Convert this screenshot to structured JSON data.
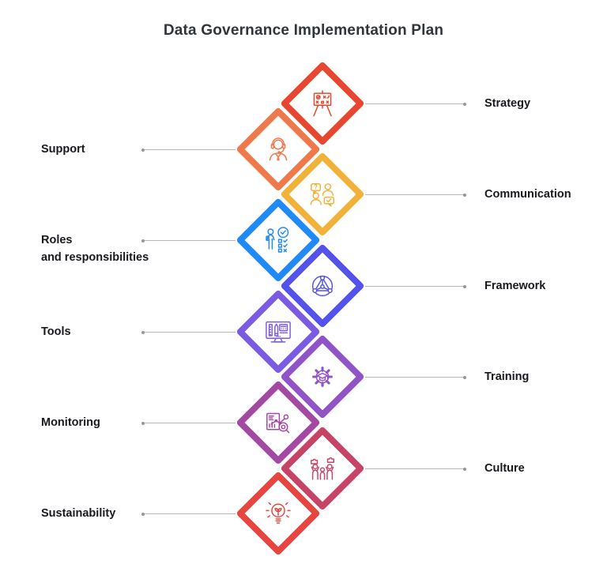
{
  "title": "Data Governance Implementation Plan",
  "connector_color": "#b7b7bc",
  "items": [
    {
      "label": "Strategy",
      "side": "right",
      "color": "#E7472E",
      "icon": "strategy-board-icon"
    },
    {
      "label": "Support",
      "side": "left",
      "color": "#F0794B",
      "icon": "support-headset-icon"
    },
    {
      "label": "Communication",
      "side": "right",
      "color": "#F2B139",
      "icon": "communication-chat-icon"
    },
    {
      "label": "Roles and responsibilities",
      "lines": [
        "Roles",
        "and responsibilities"
      ],
      "side": "left",
      "color": "#2189F6",
      "icon": "roles-checklist-icon"
    },
    {
      "label": "Framework",
      "side": "right",
      "color": "#5352EC",
      "icon": "framework-network-icon"
    },
    {
      "label": "Tools",
      "side": "left",
      "color": "#7A5CE3",
      "icon": "tools-monitor-icon"
    },
    {
      "label": "Training",
      "side": "right",
      "color": "#9154C8",
      "icon": "training-gear-cap-icon"
    },
    {
      "label": "Monitoring",
      "side": "left",
      "color": "#A349A3",
      "icon": "monitoring-chart-magnifier-icon"
    },
    {
      "label": "Culture",
      "side": "right",
      "color": "#C64566",
      "icon": "culture-people-puzzle-icon"
    },
    {
      "label": "Sustainability",
      "side": "left",
      "color": "#E5463F",
      "icon": "sustainability-bulb-plant-icon"
    }
  ]
}
